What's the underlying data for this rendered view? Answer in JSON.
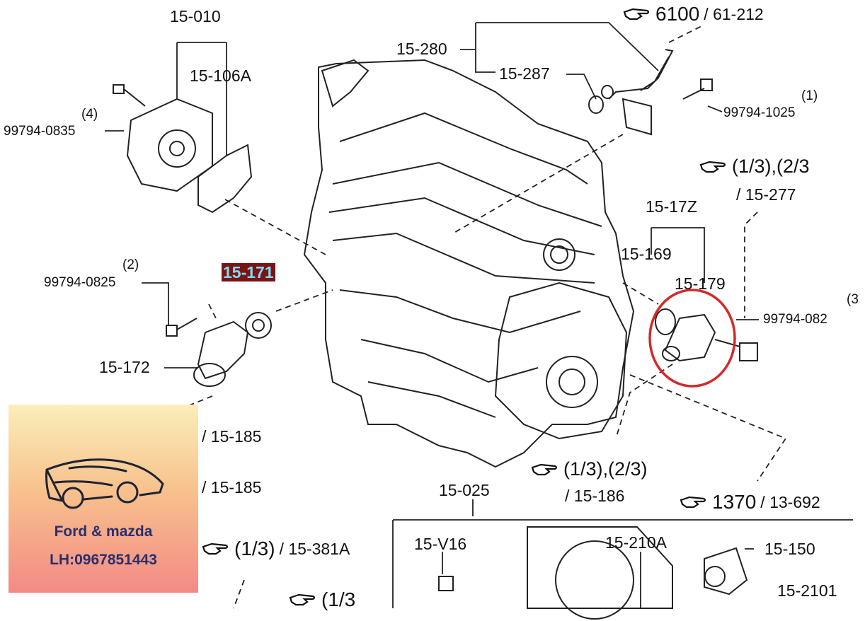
{
  "labels": {
    "p15_010": "15-010",
    "p15_106a": "15-106A",
    "p15_280": "15-280",
    "p15_287": "15-287",
    "p6100": "6100",
    "p61_212": "/ 61-212",
    "bolt_4_qty": "(4)",
    "bolt_4_code": "99794-0835",
    "bolt_1_qty": "(1)",
    "bolt_1_code": "99794-1025",
    "ref_13_23": "(1/3),(2/3",
    "ref_15_277": "/ 15-277",
    "p15_17z": "15-17Z",
    "p15_169": "15-169",
    "p15_179": "15-179",
    "bolt_3_qty": "(3",
    "bolt_3_code": "99794-082",
    "bolt_2_qty": "(2)",
    "bolt_2_code": "99794-0825",
    "p15_171": "15-171",
    "p15_172": "15-172",
    "ref_15_185_a": "/ 15-185",
    "ref_15_185_b": "/ 15-185",
    "ref_1_3": "(1/3)",
    "ref_15_381a": "/ 15-381A",
    "ref_1_3_b": "(1/3",
    "ref_13_23_b": "(1/3),(2/3)",
    "ref_15_186": "/ 15-186",
    "p1370": "1370",
    "p13_692": "/ 13-692",
    "p15_025": "15-025",
    "p15_v16": "15-V16",
    "p15_210a": "15-210A",
    "p15_150": "15-150",
    "p15_2101": "15-2101"
  },
  "badge": {
    "name": "Ford & mazda",
    "phone": "LH:0967851443"
  },
  "colors": {
    "line": "#222222",
    "highlight_circle": "#d32a2a",
    "highlight_bg": "#7a1414",
    "highlight_text": "#7fdcf3",
    "badge_text": "#2a2f6b"
  }
}
